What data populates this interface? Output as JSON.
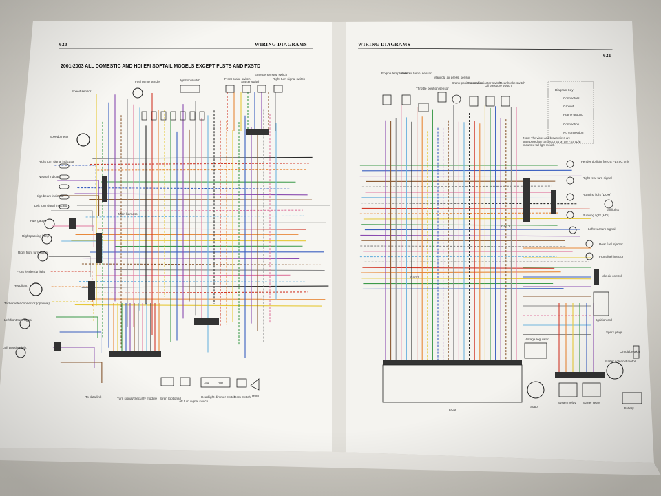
{
  "left_page": {
    "page_number": "620",
    "running_header": "WIRING DIAGRAMS",
    "title": "2001-2003 ALL DOMESTIC AND HDI EFI SOFTAIL MODELS EXCEPT FLSTS AND FXSTD",
    "component_labels": [
      "Speed sensor",
      "Speedometer",
      "Right turn signal indicator",
      "Neutral indicator",
      "High beam indicator",
      "Left turn signal indicator",
      "Fuel gauge",
      "Right passing lamp",
      "Right front turn signal",
      "Front fender tip light",
      "Headlight",
      "Tachometer connector (optional)",
      "Left front turn signal",
      "Left passing light",
      "Main harness",
      "Fuel pump sender",
      "Ignition switch",
      "Front brake switch",
      "Starter switch",
      "Emergency stop switch",
      "Right turn signal switch",
      "To data link",
      "Turn signal/ Security module",
      "Siren (optional)",
      "Left turn signal switch",
      "Headlight dimmer switch",
      "Horn switch",
      "Horn"
    ],
    "dimmer_labels": [
      "Low",
      "High"
    ]
  },
  "right_page": {
    "page_number": "621",
    "running_header": "WIRING DIAGRAMS",
    "top_sensors": [
      "Engine temp. sensor",
      "Intake air temp. sensor",
      "Throttle position sensor",
      "Manifold air press. sensor",
      "Crank position sensor",
      "Neutral indicator switch",
      "Oil pressure switch",
      "Rear brake switch"
    ],
    "diagram_key": {
      "title": "Diagram Key",
      "items": [
        "Connectors",
        "Ground",
        "Frame ground",
        "Connection",
        "No connection"
      ]
    },
    "note": "Note: The violet and brown wires are transposed on connector 34 on the FXSTD/B mounted tail light mount.",
    "right_components": [
      "Fender tip light for US FLSTC only",
      "Right rear turn signal",
      "Running light (DOM)",
      "Tail lights",
      "Running light (HDI)",
      "Left rear turn signal",
      "Rear fuel injector",
      "Front fuel injector",
      "Idle air control",
      "Ignition coil",
      "Spark plugs",
      "Circuit breaker",
      "Starter solenoid motor",
      "Battery",
      "Starter relay",
      "System relay",
      "Stator",
      "Voltage regulator"
    ],
    "ground_labels": [
      "Gnd 2",
      "Gnd 1"
    ],
    "ecm_label": "ECM"
  },
  "wire_colors": {
    "black": "#2a2a2a",
    "red": "#d23a2a",
    "orange": "#e8893a",
    "yellow": "#e6c93a",
    "green": "#3c9a4a",
    "blue": "#3a5fc0",
    "violet": "#8a4bb0",
    "brown": "#8a5a33",
    "gray": "#8a8a8a",
    "pink": "#e07aa0",
    "lightblue": "#6fb4de"
  }
}
